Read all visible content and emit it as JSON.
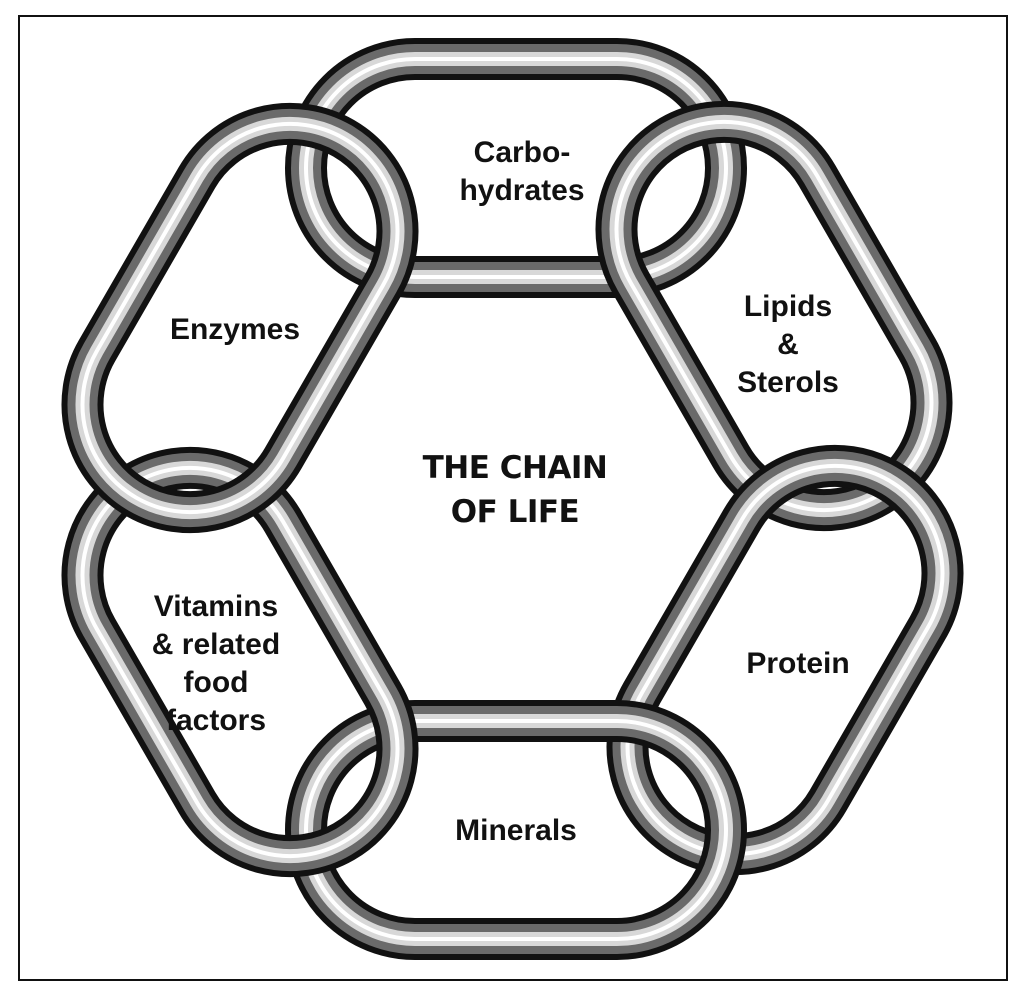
{
  "diagram": {
    "title_lines": [
      "THE CHAIN",
      "OF LIFE"
    ],
    "links": [
      {
        "id": "carbohydrates",
        "lines": [
          "Carbo-",
          "hydrates"
        ]
      },
      {
        "id": "lipids-sterols",
        "lines": [
          "Lipids",
          "&",
          "Sterols"
        ]
      },
      {
        "id": "protein",
        "lines": [
          "Protein"
        ]
      },
      {
        "id": "minerals",
        "lines": [
          "Minerals"
        ]
      },
      {
        "id": "vitamins",
        "lines": [
          "Vitamins",
          "& related",
          "food",
          "factors"
        ]
      },
      {
        "id": "enzymes",
        "lines": [
          "Enzymes"
        ]
      }
    ],
    "colors": {
      "chain_outer": "#111111",
      "chain_mid": "#6a6a6a",
      "chain_highlight": "#d8d8d8",
      "text": "#111111",
      "frame": "#111111"
    }
  }
}
